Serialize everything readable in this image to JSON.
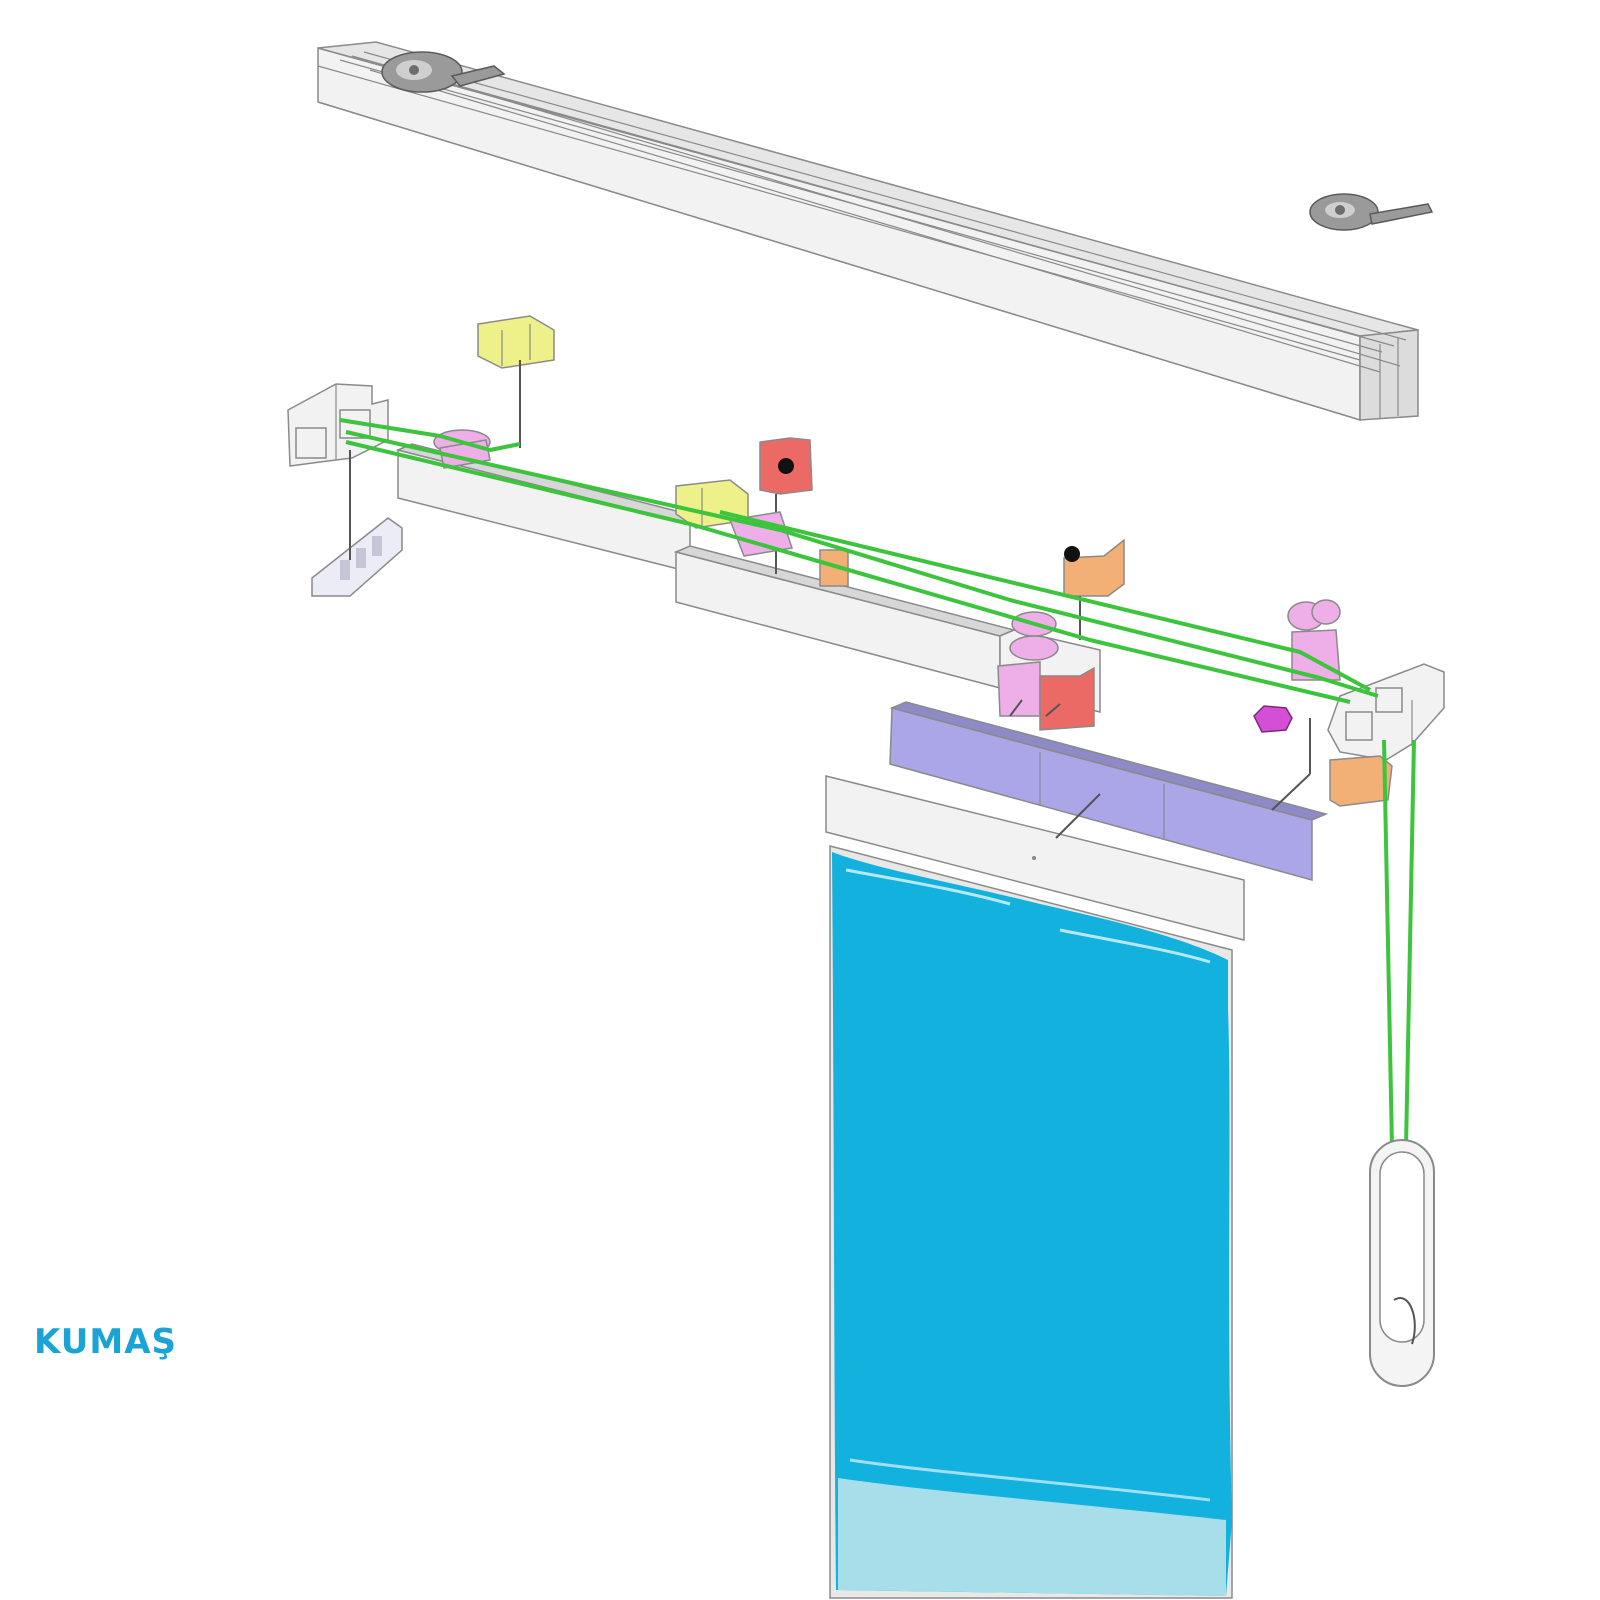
{
  "labels": {
    "fabric": "KUMAŞ"
  },
  "colors": {
    "label": "#1aa3d6",
    "fabric": "#12b1de",
    "fabric_hem": "#b9e3ea",
    "cord": "#3cc43c",
    "rail": "#f2f2f2",
    "outline": "#8a8a8a",
    "yellow_part": "#eef08a",
    "red_part": "#ec6a66",
    "orange_part": "#f2b077",
    "pink_part": "#eeaee8",
    "magenta_part": "#d54fd6",
    "lavender_part": "#aaa6e8",
    "gray_part": "#9a9a9a"
  },
  "components": [
    {
      "name": "top-rail"
    },
    {
      "name": "pulley"
    },
    {
      "name": "end-cap"
    },
    {
      "name": "cord-weight"
    },
    {
      "name": "carrier"
    },
    {
      "name": "fabric-panel"
    }
  ]
}
